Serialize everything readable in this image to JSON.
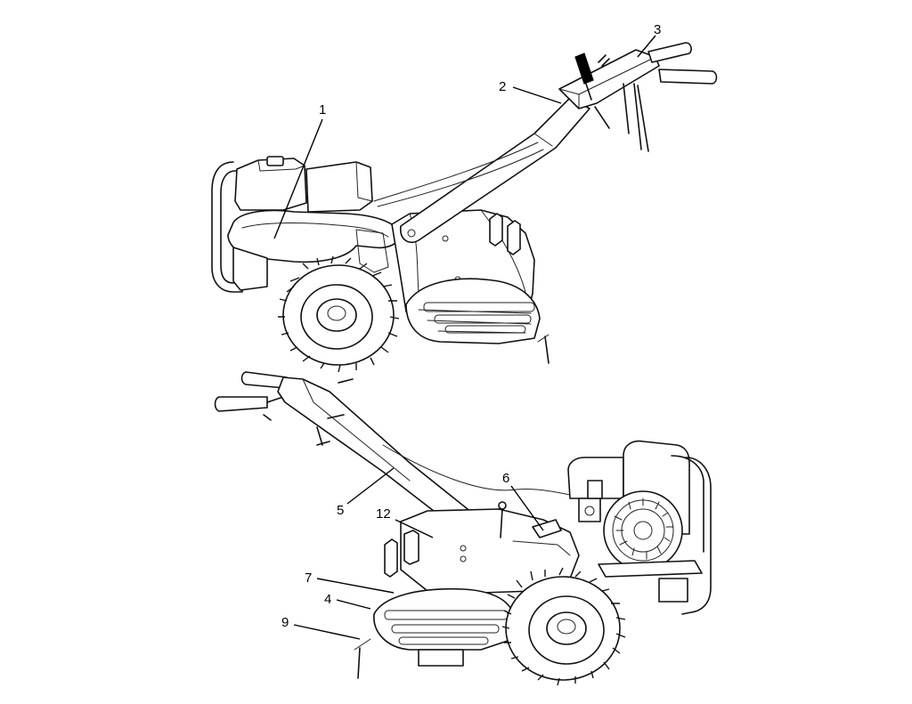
{
  "callouts": {
    "c1": "1",
    "c2": "2",
    "c3": "3",
    "c4": "4",
    "c5": "5",
    "c6": "6",
    "c7": "7",
    "c9": "9",
    "c12": "12"
  },
  "colors": {
    "line": "#111111",
    "background": "#ffffff",
    "grip": "#000000"
  }
}
